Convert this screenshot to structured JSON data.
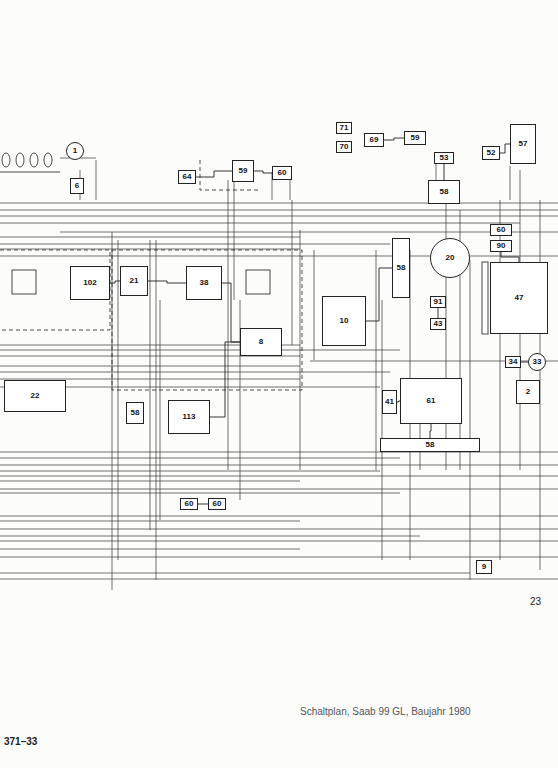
{
  "diagram": {
    "caption": "Schaltplan, Saab 99 GL, Baujahr 1980",
    "nodes": [
      {
        "text": [
          "1"
        ]
      },
      {
        "text": [
          "6"
        ]
      },
      {
        "text": [
          "64"
        ]
      },
      {
        "text": [
          "59"
        ]
      },
      {
        "text": [
          "60"
        ]
      },
      {
        "text": [
          "71"
        ]
      },
      {
        "text": [
          "70"
        ]
      },
      {
        "text": [
          "69"
        ]
      },
      {
        "text": [
          "59"
        ]
      },
      {
        "text": [
          "53"
        ]
      },
      {
        "text": [
          "52"
        ]
      },
      {
        "text": [
          "57"
        ]
      },
      {
        "text": [
          "58"
        ]
      },
      {
        "text": [
          "102"
        ]
      },
      {
        "text": [
          "21"
        ]
      },
      {
        "text": [
          "38"
        ]
      },
      {
        "text": [
          "8"
        ]
      },
      {
        "text": [
          "113"
        ]
      },
      {
        "text": [
          "22"
        ]
      },
      {
        "text": [
          "58"
        ]
      },
      {
        "text": [
          "10"
        ]
      },
      {
        "text": [
          "58"
        ]
      },
      {
        "text": [
          "20"
        ]
      },
      {
        "text": [
          "60"
        ]
      },
      {
        "text": [
          "90"
        ]
      },
      {
        "text": [
          "91"
        ]
      },
      {
        "text": [
          "43"
        ]
      },
      {
        "text": [
          "47"
        ]
      },
      {
        "text": [
          "61"
        ]
      },
      {
        "text": [
          "41"
        ]
      },
      {
        "text": [
          "58"
        ]
      },
      {
        "text": [
          "34"
        ]
      },
      {
        "text": [
          "33"
        ]
      },
      {
        "text": [
          "2"
        ]
      },
      {
        "text": [
          "60"
        ]
      },
      {
        "text": [
          "60"
        ]
      },
      {
        "text": [
          "9"
        ]
      }
    ],
    "edges": [
      {
        "from": 2,
        "to": 3,
        "arrow": "none"
      },
      {
        "from": 3,
        "to": 4,
        "arrow": "none"
      },
      {
        "from": 7,
        "to": 8,
        "arrow": "none"
      },
      {
        "from": 9,
        "to": 12,
        "arrow": "none"
      },
      {
        "from": 10,
        "to": 11,
        "arrow": "none"
      },
      {
        "from": 13,
        "to": 14,
        "arrow": "none"
      },
      {
        "from": 14,
        "to": 15,
        "arrow": "none"
      },
      {
        "from": 15,
        "to": 16,
        "arrow": "none"
      },
      {
        "from": 17,
        "to": 16,
        "arrow": "none"
      },
      {
        "from": 20,
        "to": 21,
        "arrow": "none"
      },
      {
        "from": 24,
        "to": 27,
        "arrow": "none"
      },
      {
        "from": 25,
        "to": 26,
        "arrow": "none"
      },
      {
        "from": 29,
        "to": 28,
        "arrow": "none"
      },
      {
        "from": 28,
        "to": 30,
        "arrow": "none"
      },
      {
        "from": 31,
        "to": 32,
        "arrow": "none"
      },
      {
        "from": 34,
        "to": 35,
        "arrow": "none"
      }
    ],
    "labels": [
      "23",
      "371–33"
    ]
  }
}
